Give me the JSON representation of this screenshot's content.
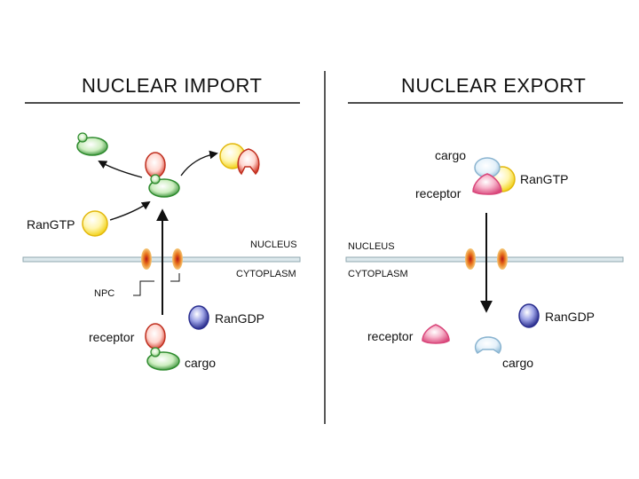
{
  "import_panel": {
    "title": "NUCLEAR IMPORT",
    "labels": {
      "rangtp": "RanGTP",
      "nucleus": "NUCLEUS",
      "cytoplasm": "CYTOPLASM",
      "npc": "NPC",
      "rangdp": "RanGDP",
      "receptor": "receptor",
      "cargo": "cargo"
    }
  },
  "export_panel": {
    "title": "NUCLEAR EXPORT",
    "labels": {
      "cargo_top": "cargo",
      "rangtp": "RanGTP",
      "receptor_top": "receptor",
      "nucleus": "NUCLEUS",
      "cytoplasm": "CYTOPLASM",
      "rangdp": "RanGDP",
      "receptor_bottom": "receptor",
      "cargo_bottom": "cargo"
    }
  },
  "colors": {
    "ran_gtp": "#f2d21c",
    "ran_gdp": "#2b2f8f",
    "receptor_import": "#d23a2b",
    "cargo_import": "#2e8b2e",
    "receptor_export": "#d9467a",
    "cargo_export": "#9cc4de",
    "membrane": "#a8c0c8",
    "npc_pore": "#d0501c"
  }
}
